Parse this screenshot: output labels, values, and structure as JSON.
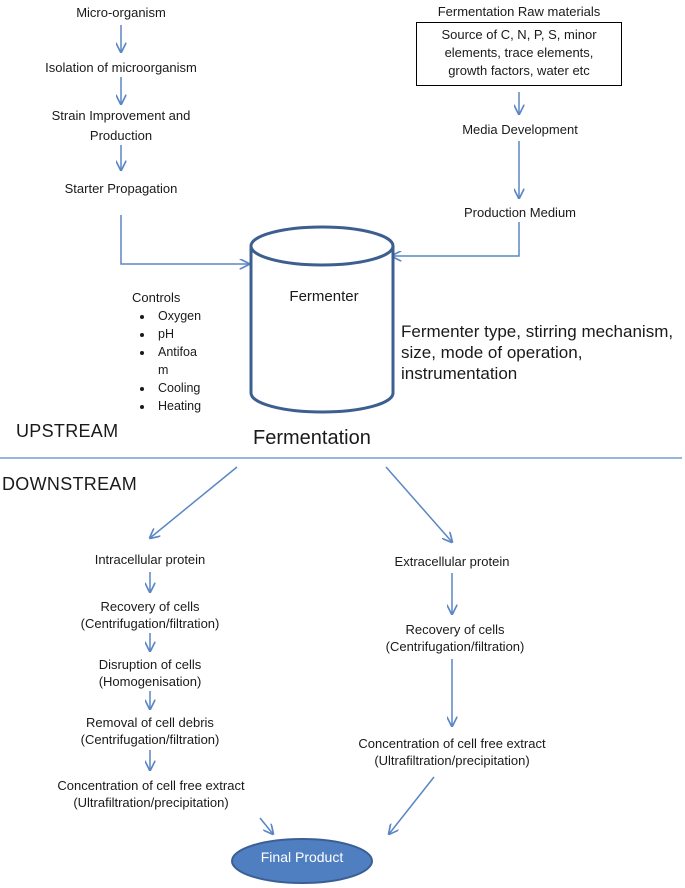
{
  "upstream": {
    "micro_organism": "Micro-organism",
    "isolation": "Isolation  of microorganism",
    "strain_line1": "Strain Improvement and",
    "strain_line2": "Production",
    "starter": "Starter Propagation",
    "raw_title": "Fermentation Raw materials",
    "raw_box_line1": "Source of C, N, P, S, minor",
    "raw_box_line2": "elements, trace elements,",
    "raw_box_line3": "growth factors, water etc",
    "media_development": "Media Development",
    "production_medium": "Production Medium"
  },
  "fermenter": {
    "label": "Fermenter",
    "controls_title": "Controls",
    "controls": [
      "Oxygen",
      "pH",
      "Antifoa\nm",
      "Cooling",
      "Heating"
    ],
    "notes_line1": "Fermenter type, stirring mechanism,",
    "notes_line2": "size, mode of operation,",
    "notes_line3": "instrumentation",
    "stage": "Fermentation"
  },
  "sections": {
    "upstream": "UPSTREAM",
    "downstream": "DOWNSTREAM"
  },
  "intracellular": {
    "title": "Intracellular protein",
    "recovery_line1": "Recovery of cells",
    "recovery_line2": "(Centrifugation/filtration)",
    "disruption_line1": "Disruption of cells",
    "disruption_line2": "(Homogenisation)",
    "removal_line1": "Removal of cell debris",
    "removal_line2": "(Centrifugation/filtration)",
    "concentration_line1": "Concentration of cell free extract",
    "concentration_line2": "(Ultrafiltration/precipitation)"
  },
  "extracellular": {
    "title": "Extracellular protein",
    "recovery_line1": "Recovery of cells",
    "recovery_line2": "(Centrifugation/filtration)",
    "concentration_line1": "Concentration of cell free extract",
    "concentration_line2": "(Ultrafiltration/precipitation)"
  },
  "final_product": "Final Product",
  "colors": {
    "arrow": "#5b86c4",
    "fermenter_stroke": "#3d5f8f",
    "final_fill": "#4f7ec1",
    "final_stroke": "#3a5f94"
  }
}
